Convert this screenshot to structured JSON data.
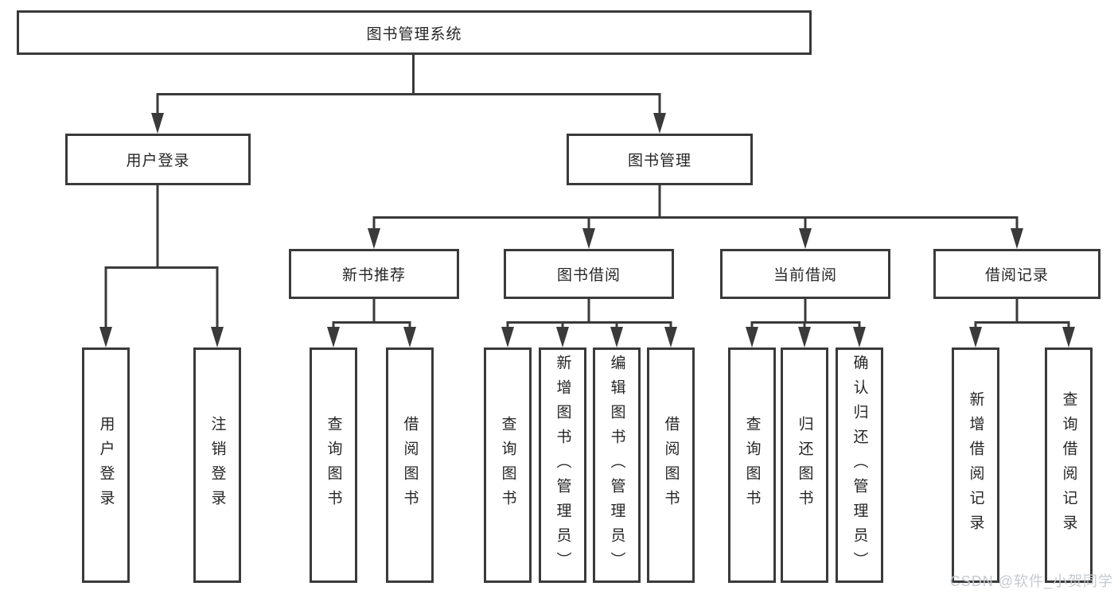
{
  "diagram": {
    "root": "图书管理系统",
    "branches": {
      "user_login": "用户登录",
      "book_management": "图书管理",
      "new_book_recommend": "新书推荐",
      "book_borrowing": "图书借阅",
      "current_borrowing": "当前借阅",
      "borrowing_records": "借阅记录"
    },
    "leaves": {
      "ul_user_login": "用户登录",
      "ul_logout": "注销登录",
      "nb_query_books": "查询图书",
      "nb_borrow_books": "借阅图书",
      "bb_query_books": "查询图书",
      "bb_add_books": "新增图书（管理员）",
      "bb_edit_books": "编辑图书（管理员）",
      "bb_borrow_books": "借阅图书",
      "cb_query_books": "查询图书",
      "cb_return_books": "归还图书",
      "cb_confirm_return": "确认归还（管理员）",
      "br_add_record": "新增借阅记录",
      "br_query_record": "查询借阅记录"
    },
    "watermark": "CSDN @软件_小贺同学",
    "colors": {
      "line": "#3a3a3a",
      "text": "#262626",
      "box_background": "#ffffff",
      "watermark": "#c5c9ce"
    }
  }
}
